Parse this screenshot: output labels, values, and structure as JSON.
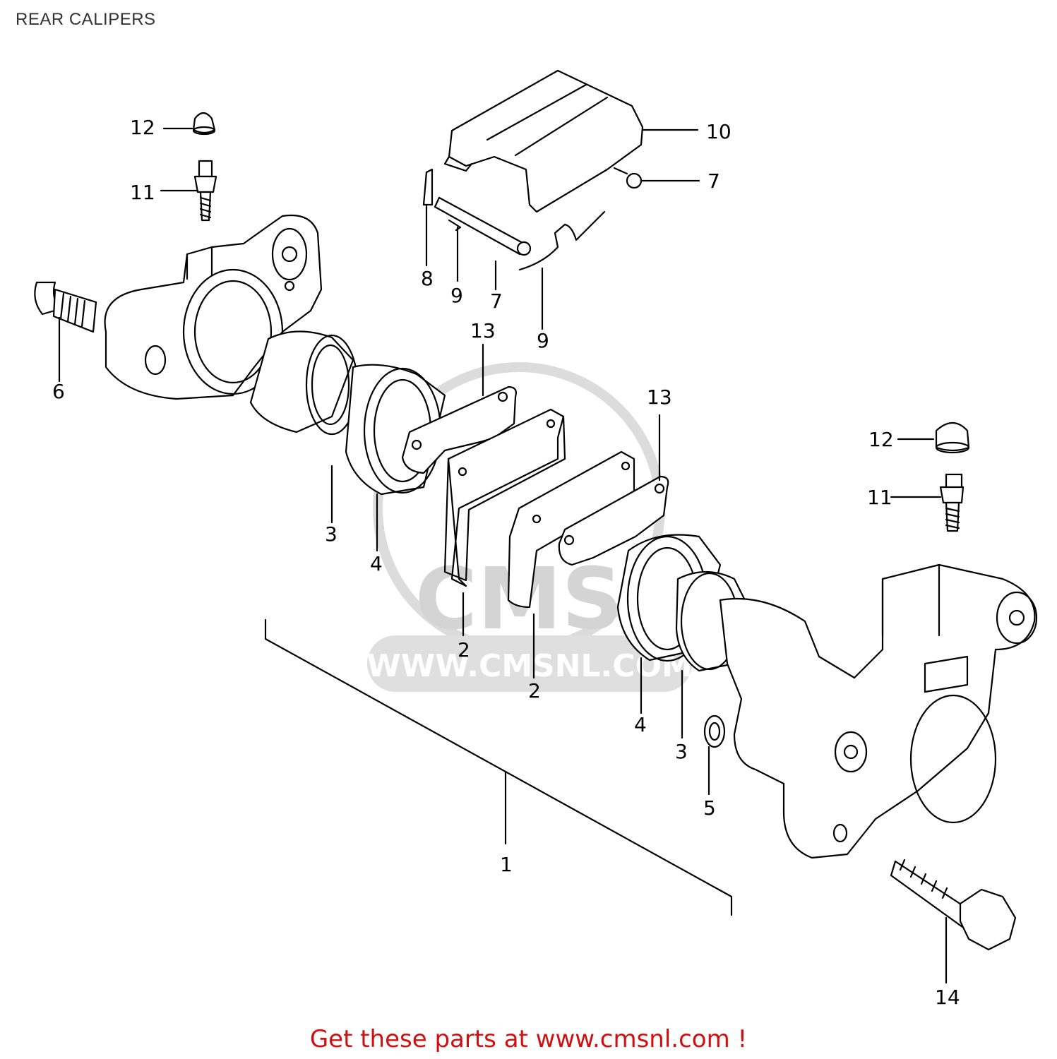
{
  "page": {
    "title": "REAR CALIPERS",
    "footer_text": "Get these parts at www.cmsnl.com !",
    "footer_color": "#d01010"
  },
  "watermark": {
    "logo_text": "CMS",
    "url_text": "WWW.CMSNL.COM"
  },
  "callouts": {
    "c12a": "12",
    "c11a": "11",
    "c6": "6",
    "c10": "10",
    "c7a": "7",
    "c8": "8",
    "c9a": "9",
    "c7b": "7",
    "c9b": "9",
    "c13a": "13",
    "c13b": "13",
    "c3a": "3",
    "c4a": "4",
    "c2a": "2",
    "c2b": "2",
    "c12b": "12",
    "c11b": "11",
    "c4b": "4",
    "c3b": "3",
    "c5": "5",
    "c1": "1",
    "c14": "14"
  }
}
